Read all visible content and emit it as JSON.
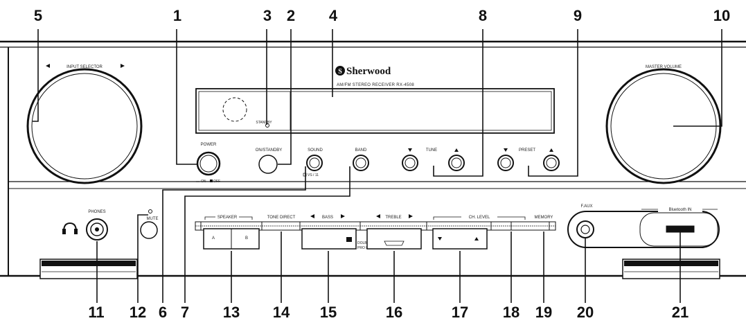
{
  "callouts": {
    "n1": "1",
    "n2": "2",
    "n3": "3",
    "n4": "4",
    "n5": "5",
    "n6": "6",
    "n7": "7",
    "n8": "8",
    "n9": "9",
    "n10": "10",
    "n11": "11",
    "n12": "12",
    "n13": "13",
    "n14": "14",
    "n15": "15",
    "n16": "16",
    "n17": "17",
    "n18": "18",
    "n19": "19",
    "n20": "20",
    "n21": "21"
  },
  "front_panel": {
    "brand": "Sherwood",
    "model": "AM/FM STEREO RECEIVER RX-4508",
    "input_selector": "INPUT SELECTOR",
    "master_volume": "MASTER VOLUME",
    "power": "POWER",
    "power_on": "ON",
    "power_off": "OFF",
    "standby_indicator": "STANDBY",
    "on_standby": "ON/STANDBY",
    "sound": "SOUND",
    "sound_modes": "VS / 11",
    "band": "BAND",
    "tune": "TUNE",
    "preset": "PRESET",
    "phones": "PHONES",
    "mute": "MUTE",
    "speaker": "SPEAKER",
    "speaker_a": "A",
    "speaker_b": "B",
    "tone_direct": "TONE DIRECT",
    "bass": "BASS",
    "treble": "TREBLE",
    "ch_level": "CH. LEVEL",
    "memory": "MEMORY",
    "f_aux": "F.AUX",
    "bluetooth_in": "Bluetooth IN",
    "dolby": "DOLBY",
    "dolby_sub": "PRO LOGIC"
  },
  "colors": {
    "line": "#111111",
    "panel": "#ffffff"
  }
}
